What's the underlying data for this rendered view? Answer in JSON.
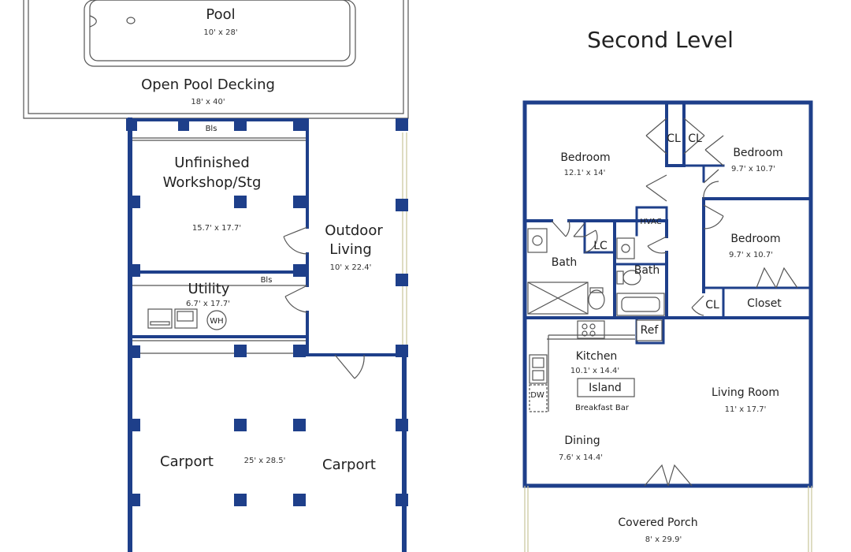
{
  "level_title": "Second Level",
  "rooms": {
    "pool": {
      "name": "Pool",
      "dim": "10' x 28'"
    },
    "pool_deck": {
      "name": "Open Pool Decking",
      "dim": "18' x 40'"
    },
    "workshop": {
      "name_line1": "Unfinished",
      "name_line2": "Workshop/Stg",
      "dim": "15.7' x 17.7'"
    },
    "outdoor_living": {
      "name_line1": "Outdoor",
      "name_line2": "Living",
      "dim": "10' x 22.4'"
    },
    "utility": {
      "name": "Utility",
      "dim": "6.7' x 17.7'"
    },
    "carport": {
      "name_left": "Carport",
      "name_right": "Carport",
      "dim": "25' x 28.5'"
    },
    "bedroom1": {
      "name": "Bedroom",
      "dim": "12.1' x 14'"
    },
    "bedroom2": {
      "name": "Bedroom",
      "dim": "9.7' x 10.7'"
    },
    "bedroom3": {
      "name": "Bedroom",
      "dim": "9.7' x 10.7'"
    },
    "bath1": {
      "name": "Bath"
    },
    "bath2": {
      "name": "Bath"
    },
    "kitchen": {
      "name": "Kitchen",
      "dim": "10.1' x 14.4'"
    },
    "living_room": {
      "name": "Living Room",
      "dim": "11' x 17.7'"
    },
    "dining": {
      "name": "Dining",
      "dim": "7.6' x 14.4'"
    },
    "covered_porch": {
      "name": "Covered Porch",
      "dim": "8' x 29.9'"
    }
  },
  "fixtures": {
    "bls_top": "Bls",
    "bls_utility": "Bls",
    "wh": "WH",
    "cl1": "CL",
    "cl2": "CL",
    "cl3": "CL",
    "lc": "LC",
    "hvac": "HVAC",
    "closet": "Closet",
    "ref": "Ref",
    "island": "Island",
    "breakfast_bar": "Breakfast Bar",
    "dw": "DW"
  },
  "colors": {
    "wall": "#1e3f8a",
    "line": "#555555",
    "rail": "#c8c49a"
  }
}
